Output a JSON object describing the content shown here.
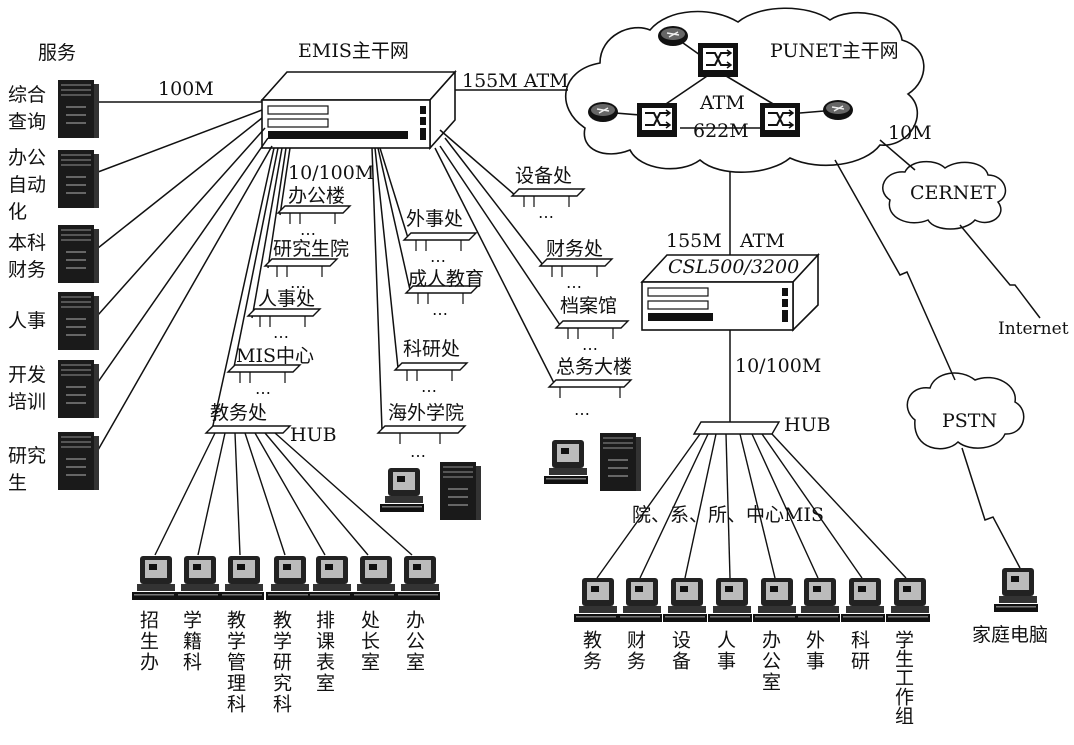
{
  "backbone": {
    "emis_title": "EMIS主干网",
    "punet_title": "PUNET主干网",
    "link_100m": "100M",
    "link_155m_atm": "155M ATM",
    "atm": "ATM",
    "atm_622m": "622M",
    "link_10m": "10M",
    "cernet": "CERNET",
    "internet": "Internet",
    "pstn": "PSTN",
    "home_pc": "家庭电脑"
  },
  "servers": {
    "heading": "服务",
    "items": [
      "综合\n查询",
      "办公\n自动\n化",
      "本科\n财务",
      "人事",
      "开发\n培训",
      "研究\n生"
    ]
  },
  "branches": {
    "office_building_speed": "10/100M",
    "office_building": "办公楼",
    "grad_school": "研究生院",
    "personnel": "人事处",
    "mis_center": "MIS中心",
    "academic_affairs": "教务处",
    "hub": "HUB",
    "foreign_affairs": "外事处",
    "adult_edu": "成人教育",
    "research": "科研处",
    "overseas": "海外学院",
    "equipment": "设备处",
    "finance": "财务处",
    "archives": "档案馆",
    "general_affairs": "总务大楼",
    "ellipsis": "…"
  },
  "academic_terminals": [
    "招生办",
    "学籍科",
    "教学管理科",
    "教学研究科",
    "排课表室",
    "处长室",
    "办公室"
  ],
  "csl": {
    "speed": "155M",
    "atm": "ATM",
    "model": "CSL500/3200",
    "lan": "10/100M",
    "hub": "HUB",
    "group_label": "院、系、所、中心MIS"
  },
  "dept_terminals": [
    "教务",
    "财务",
    "设备",
    "人事",
    "办公室",
    "外事",
    "科研",
    "学生工作组"
  ]
}
